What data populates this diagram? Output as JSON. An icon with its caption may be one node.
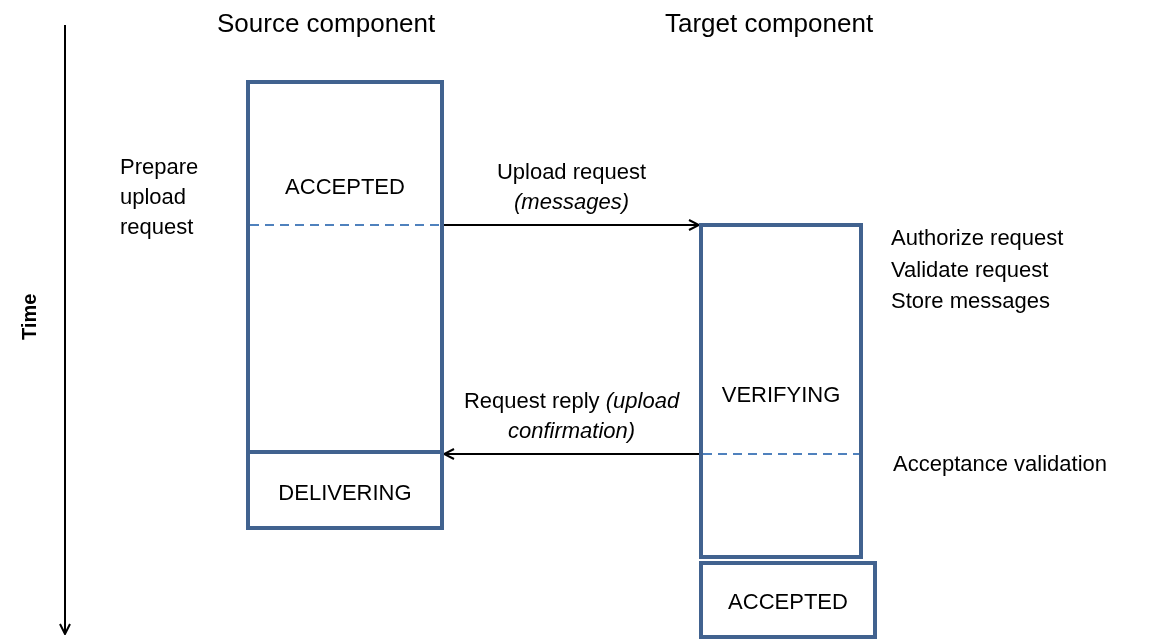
{
  "diagram": {
    "nodes": [
      {
        "text": [
          "ACCEPTED"
        ],
        "beside": [
          "Prepare upload request"
        ]
      },
      {
        "text": [
          "DELIVERING"
        ]
      },
      {
        "text": [
          "VERIFYING"
        ],
        "beside": [
          "Authorize request",
          "Validate request",
          "Store messages",
          "Acceptance validation"
        ]
      },
      {
        "text": [
          "ACCEPTED"
        ]
      }
    ],
    "edges": [
      {
        "from": 0,
        "to": 2,
        "arrow": "to",
        "label": "Upload request *(messages)*"
      },
      {
        "from": 2,
        "to": 1,
        "arrow": "to",
        "label": "Request reply *(upload confirmation)*"
      }
    ],
    "labels": [
      "Source component",
      "Target component",
      "Time"
    ]
  }
}
